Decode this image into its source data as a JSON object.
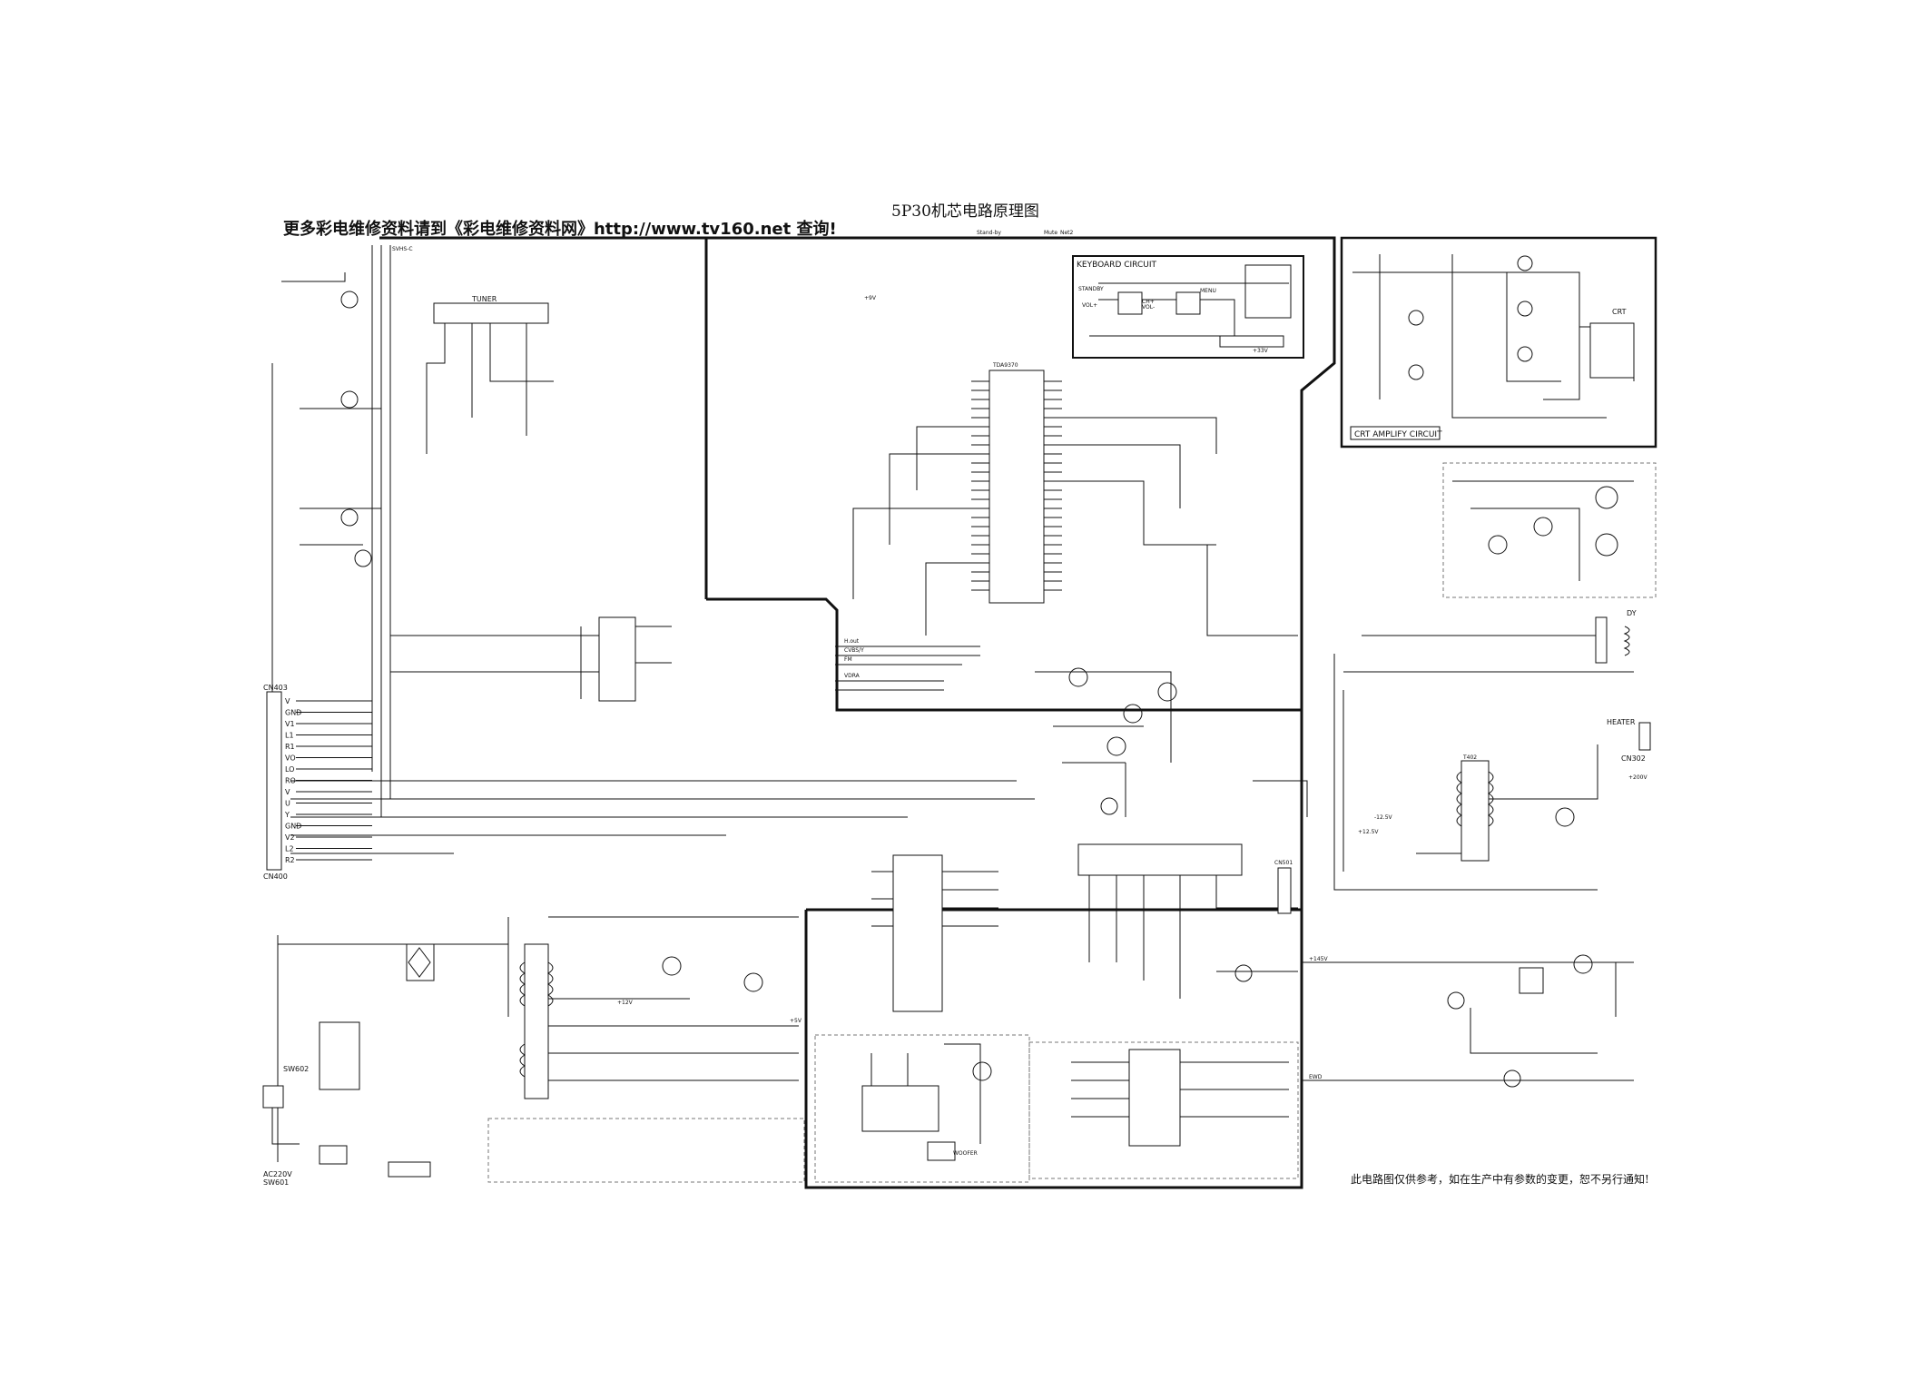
{
  "page": {
    "title": "5P30机芯电路原理图",
    "header_note": "更多彩电维修资料请到《彩电维修资料网》http://www.tv160.net 查询!",
    "footer_note": "此电路图仅供参考，如在生产中有参数的变更，恕不另行通知!"
  },
  "blocks": {
    "keyboard_title": "KEYBOARD CIRCUIT",
    "crt_title": "CRT AMPLIFY CIRCUIT",
    "crt_label": "CRT",
    "tuner": "TUNER",
    "main_ic": "TDA9370",
    "dy": "DY",
    "heater": "HEATER",
    "cn302": "CN302",
    "cn403": "CN403",
    "cn400": "CN400",
    "cn501": "CN501",
    "ac_in": "AC220V",
    "sw601": "SW601",
    "sw602": "SW602",
    "woofer": "WOOFER",
    "fbt": "T402"
  },
  "signals": {
    "standby": "Stand-by",
    "mute": "Mute",
    "net2": "Net2",
    "svhs": "SVHS-C",
    "cvbs": "CVBS/Y",
    "vdra": "VDRA",
    "hout": "H.out",
    "fm": "FM",
    "ewd": "EWD",
    "v145": "+145V",
    "v200": "+200V",
    "v12": "+12V",
    "v5": "+5V",
    "v33": "+33V",
    "v9": "+9V",
    "vm12": "-12.5V",
    "vp12": "+12.5V",
    "key_standby": "STANDBY",
    "key_vol": "VOL+",
    "key_volm": "VOL-",
    "key_ch": "CH+",
    "key_menu": "MENU"
  },
  "cn403_pins": [
    "V",
    "GND",
    "V1",
    "L1",
    "R1",
    "VO",
    "LO",
    "RO",
    "V",
    "U",
    "Y",
    "GND",
    "V2",
    "L2",
    "R2"
  ]
}
